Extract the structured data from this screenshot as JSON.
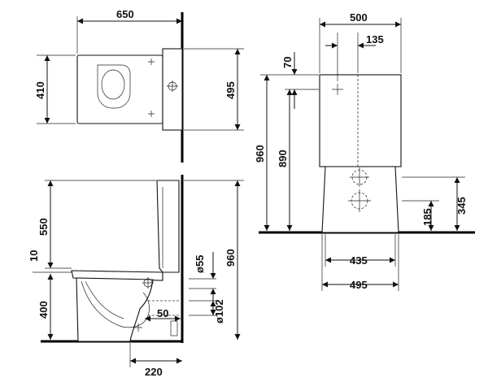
{
  "drawing": {
    "top_view": {
      "width": "650",
      "depth": "410",
      "depth_with_tank": "495"
    },
    "side_view": {
      "tank_height": "550",
      "gap": "10",
      "seat_height": "400",
      "total_height": "960",
      "outlet_diameter": "ø55",
      "outlet_offset": "50",
      "pipe_diameter": "ø102",
      "outlet_wall": "220"
    },
    "front_view": {
      "tank_width": "500",
      "inlet_offset": "135",
      "inlet_top": "70",
      "total_height": "960",
      "inlet_height": "890",
      "lower_height": "345",
      "lower_inlet": "185",
      "base_width": "435",
      "foot_width": "495"
    }
  }
}
